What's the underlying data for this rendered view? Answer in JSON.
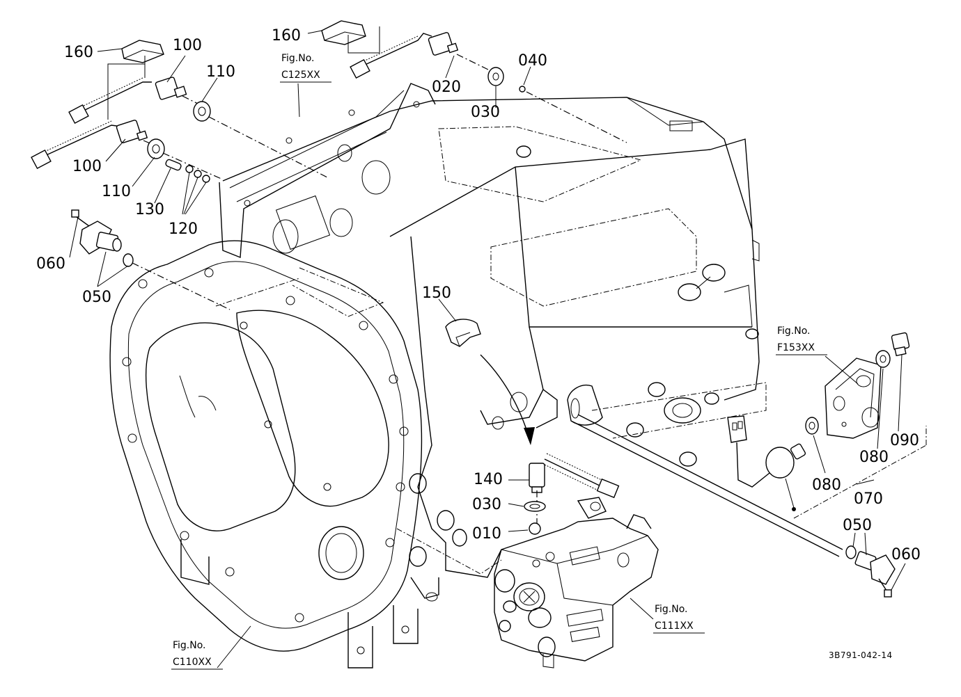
{
  "callouts": {
    "c160a": "160",
    "c100a": "100",
    "c110a": "110",
    "c100b": "100",
    "c110b": "110",
    "c130": "130",
    "c120": "120",
    "c060a": "060",
    "c050a": "050",
    "c160b": "160",
    "c020": "020",
    "c030a": "030",
    "c040": "040",
    "c150": "150",
    "c140": "140",
    "c030b": "030",
    "c010": "010",
    "c090": "090",
    "c080a": "080",
    "c080b": "080",
    "c070": "070",
    "c050b": "050",
    "c060b": "060"
  },
  "figrefs": {
    "c125": {
      "label": "Fig.No.",
      "code": "C125XX"
    },
    "f153": {
      "label": "Fig.No.",
      "code": "F153XX"
    },
    "c111": {
      "label": "Fig.No.",
      "code": "C111XX"
    },
    "c110": {
      "label": "Fig.No.",
      "code": "C110XX"
    }
  },
  "drawing_code": "3B791-042-14"
}
